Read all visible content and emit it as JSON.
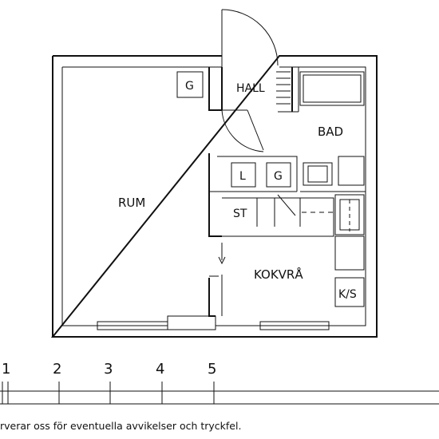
{
  "floor_plan": {
    "rooms": {
      "rum": "RUM",
      "hall": "HALL",
      "bad": "BAD",
      "kokvra": "KOKVRÅ"
    },
    "fixtures": {
      "g_hall": "G",
      "l_closet": "L",
      "g_closet": "G",
      "st": "ST",
      "ks": "K/S"
    }
  },
  "scale": {
    "ticks": [
      "1",
      "2",
      "3",
      "4",
      "5"
    ]
  },
  "footnote": "rverar oss för eventuella avvikelser och tryckfel."
}
